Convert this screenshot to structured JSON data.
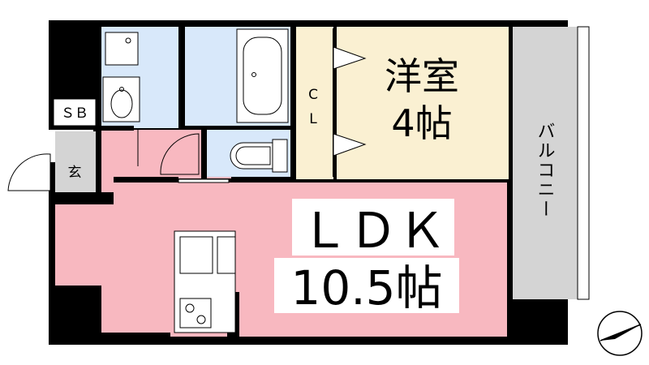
{
  "rooms": {
    "western": {
      "name": "洋室",
      "size": "4帖"
    },
    "ldk": {
      "name": "ＬＤＫ",
      "size": "10.5帖"
    },
    "closet": {
      "line1": "C",
      "line2": "L"
    },
    "shoe_box": "ＳＢ",
    "entrance": "玄",
    "balcony": "バルコニー"
  },
  "colors": {
    "wall": "#000000",
    "ldk_floor": "#f8b8c0",
    "western_floor": "#faf0d2",
    "wet_area": "#d8e8fa",
    "balcony": "#d4d4d4",
    "entrance": "#d4d4d4"
  },
  "icons": {
    "compass": "compass-icon",
    "bathtub": "bathtub-icon",
    "toilet": "toilet-icon",
    "sink": "washbasin-icon",
    "washer": "washing-machine-icon",
    "stove": "stove-icon"
  }
}
